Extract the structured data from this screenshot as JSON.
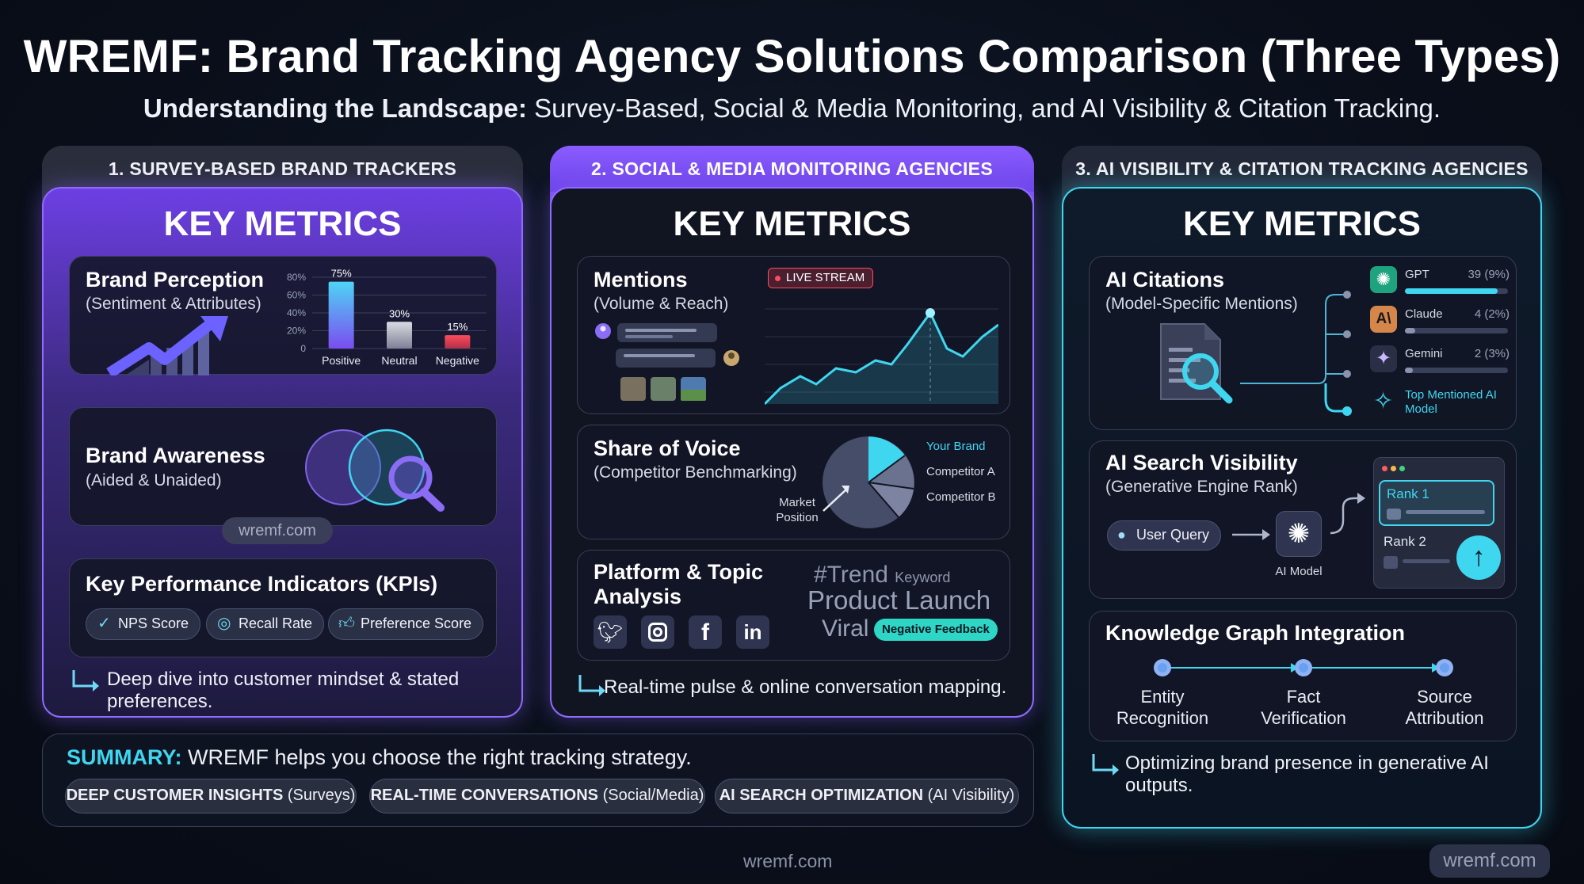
{
  "header": {
    "title": "WREMF: Brand Tracking Agency Solutions Comparison (Three Types)",
    "subtitle_bold": "Understanding the Landscape:",
    "subtitle_rest": " Survey-Based, Social & Media Monitoring, and AI Visibility & Citation Tracking."
  },
  "col1": {
    "heading": "1. SURVEY-BASED BRAND TRACKERS",
    "key_metrics": "KEY METRICS",
    "perception": {
      "title": "Brand Perception",
      "sub": "(Sentiment & Attributes)"
    },
    "awareness": {
      "title": "Brand Awareness",
      "sub": "(Aided & Unaided)"
    },
    "watermark": "wremf.com",
    "kpi": {
      "title": "Key Performance Indicators (KPIs)",
      "pills": [
        "NPS Score",
        "Recall Rate",
        "Preference Score"
      ]
    },
    "footnote": "Deep dive into customer mindset & stated preferences."
  },
  "chart_data": {
    "type": "bar",
    "categories": [
      "Positive",
      "Neutral",
      "Negative"
    ],
    "values": [
      75,
      30,
      15
    ],
    "data_labels": [
      "75%",
      "30%",
      "15%"
    ],
    "y_ticks": [
      "0",
      "20%",
      "40%",
      "60%",
      "80%"
    ],
    "ylim": [
      0,
      80
    ],
    "grid": true,
    "colors": [
      "#4fd4f5",
      "#d9dbe2",
      "#ff4b5c"
    ]
  },
  "col2": {
    "heading": "2. SOCIAL & MEDIA MONITORING AGENCIES",
    "key_metrics": "KEY METRICS",
    "mentions": {
      "title": "Mentions",
      "sub": "(Volume & Reach)",
      "badge": "LIVE STREAM"
    },
    "sov": {
      "title": "Share of Voice",
      "sub": "(Competitor Benchmarking)",
      "legend": [
        "Your Brand",
        "Competitor A",
        "Competitor B"
      ],
      "market_position": "Market Position"
    },
    "platform": {
      "title_line1": "Platform & Topic",
      "title_line2": "Analysis",
      "trend": "#Trend",
      "keyword": "Keyword",
      "product_launch": "Product Launch",
      "viral": "Viral",
      "negative_feedback": "Negative Feedback"
    },
    "footnote": "Real-time pulse & online conversation mapping."
  },
  "col3": {
    "heading": "3. AI VISIBILITY & CITATION TRACKING AGENCIES",
    "key_metrics": "KEY METRICS",
    "citations": {
      "title": "AI Citations",
      "sub": "(Model-Specific Mentions)",
      "models": [
        {
          "name": "GPT",
          "count": "39 (9%)",
          "share": 0.9
        },
        {
          "name": "Claude",
          "count": "4 (2%)",
          "share": 0.1
        },
        {
          "name": "Gemini",
          "count": "2 (3%)",
          "share": 0.08
        }
      ],
      "top_mentioned": "Top Mentioned AI Model"
    },
    "search": {
      "title": "AI Search Visibility",
      "sub": "(Generative Engine Rank)",
      "user_query": "User Query",
      "ai_model": "AI Model",
      "rank1": "Rank 1",
      "rank2": "Rank 2"
    },
    "kg": {
      "title": "Knowledge Graph Integration",
      "steps": [
        "Entity Recognition",
        "Fact Verification",
        "Source Attribution"
      ]
    },
    "footnote": "Optimizing brand presence in generative AI outputs."
  },
  "summary": {
    "label": "SUMMARY:",
    "text": " WREMF helps you choose the right tracking strategy.",
    "chips": [
      {
        "bold": "DEEP CUSTOMER INSIGHTS",
        "rest": " (Surveys)"
      },
      {
        "bold": "REAL-TIME CONVERSATIONS",
        "rest": " (Social/Media)"
      },
      {
        "bold": "AI SEARCH OPTIMIZATION",
        "rest": " (AI Visibility)"
      }
    ]
  },
  "footer": {
    "watermark_center": "wremf.com",
    "watermark_right": "wremf.com"
  },
  "colors": {
    "purple": "#7b4df0",
    "cyan": "#3fd6f0",
    "red": "#ff4b5c"
  }
}
